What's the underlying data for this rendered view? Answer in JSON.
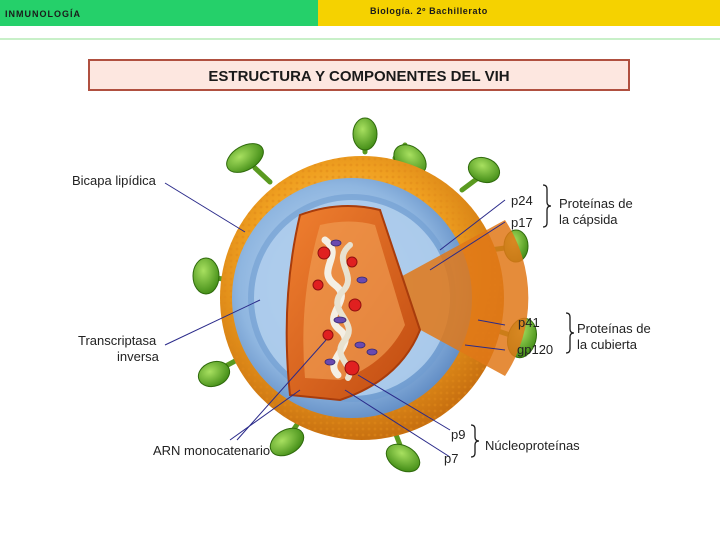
{
  "header": {
    "left_text": "INMUNOLOGÍA",
    "right_text": "Biología. 2º Bachillerato",
    "colors": {
      "left": "#25d06a",
      "right": "#f5d200"
    }
  },
  "title": "ESTRUCTURA Y COMPONENTES DEL VIH",
  "labels": {
    "bicapa": "Bicapa lipídica",
    "transcriptasa_line1": "Transcriptasa",
    "transcriptasa_line2": "inversa",
    "arn": "ARN monocatenario",
    "p24": "p24",
    "p17": "p17",
    "capsida_line1": "Proteínas de",
    "capsida_line2": "la cápsida",
    "p41": "p41",
    "gp120": "gp120",
    "cubierta_line1": "Proteínas de",
    "cubierta_line2": "la cubierta",
    "p9": "p9",
    "p7": "p7",
    "nucleo": "Núcleoproteínas"
  }
}
